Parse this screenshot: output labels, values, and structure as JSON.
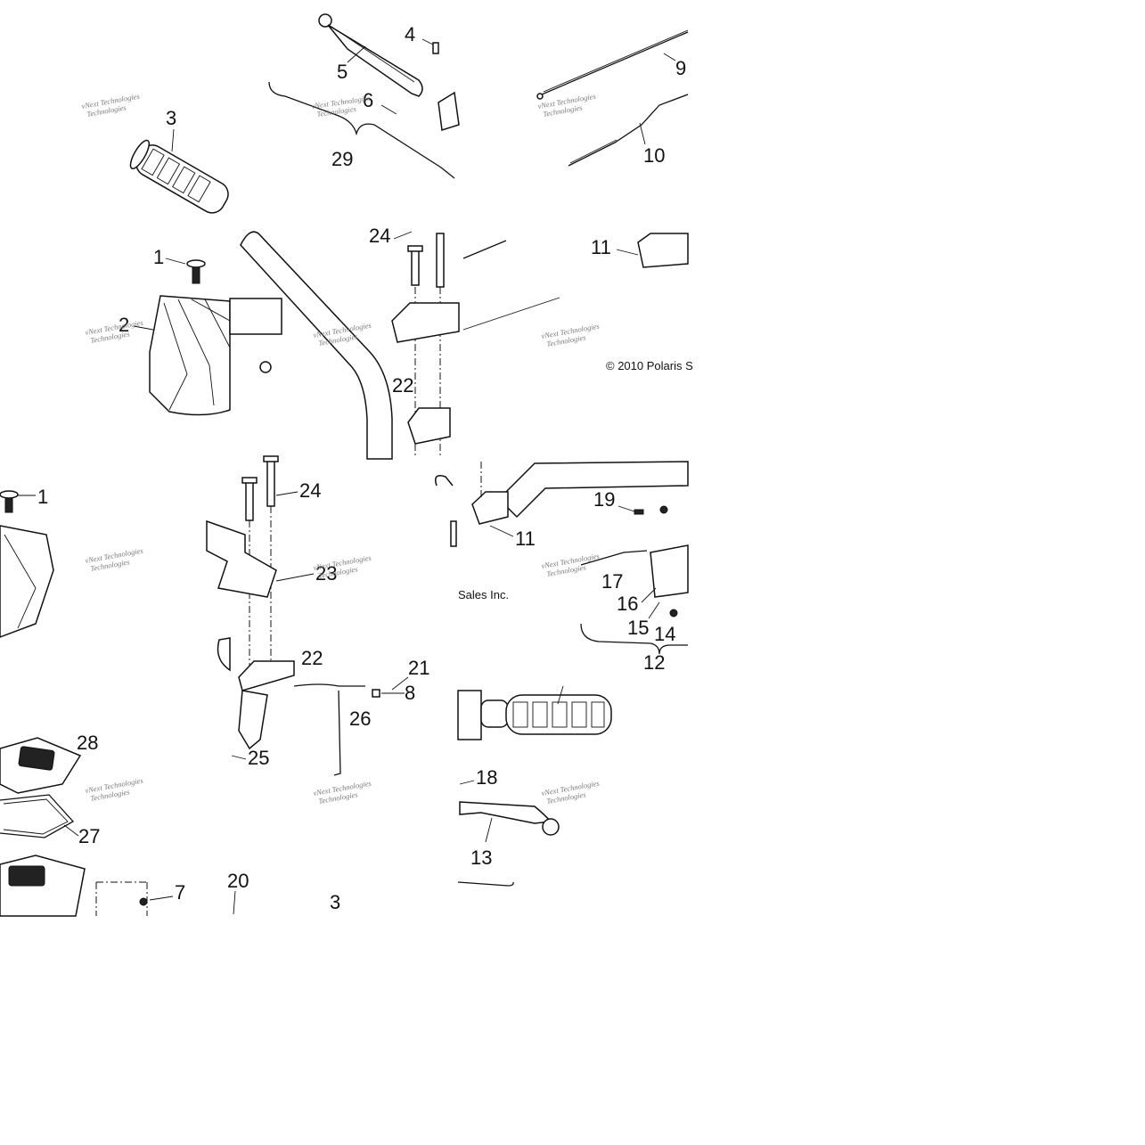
{
  "diagram": {
    "watermark_line1": "vNext Technologies",
    "watermark_line2": "Technologies",
    "copyright_part1": "© 2010 Polaris S",
    "copyright_part2": "Sales Inc.",
    "callouts": {
      "c1": "1",
      "c2": "2",
      "c3": "3",
      "c4": "4",
      "c5": "5",
      "c6": "6",
      "c7": "7",
      "c8": "8",
      "c9": "9",
      "c10": "10",
      "c11": "11",
      "c12": "12",
      "c13": "13",
      "c14": "14",
      "c15": "15",
      "c16": "16",
      "c17": "17",
      "c18": "18",
      "c19": "19",
      "c20": "20",
      "c21": "21",
      "c22": "22",
      "c23": "23",
      "c24": "24",
      "c25": "25",
      "c26": "26",
      "c27": "27",
      "c28": "28",
      "c29": "29"
    }
  }
}
